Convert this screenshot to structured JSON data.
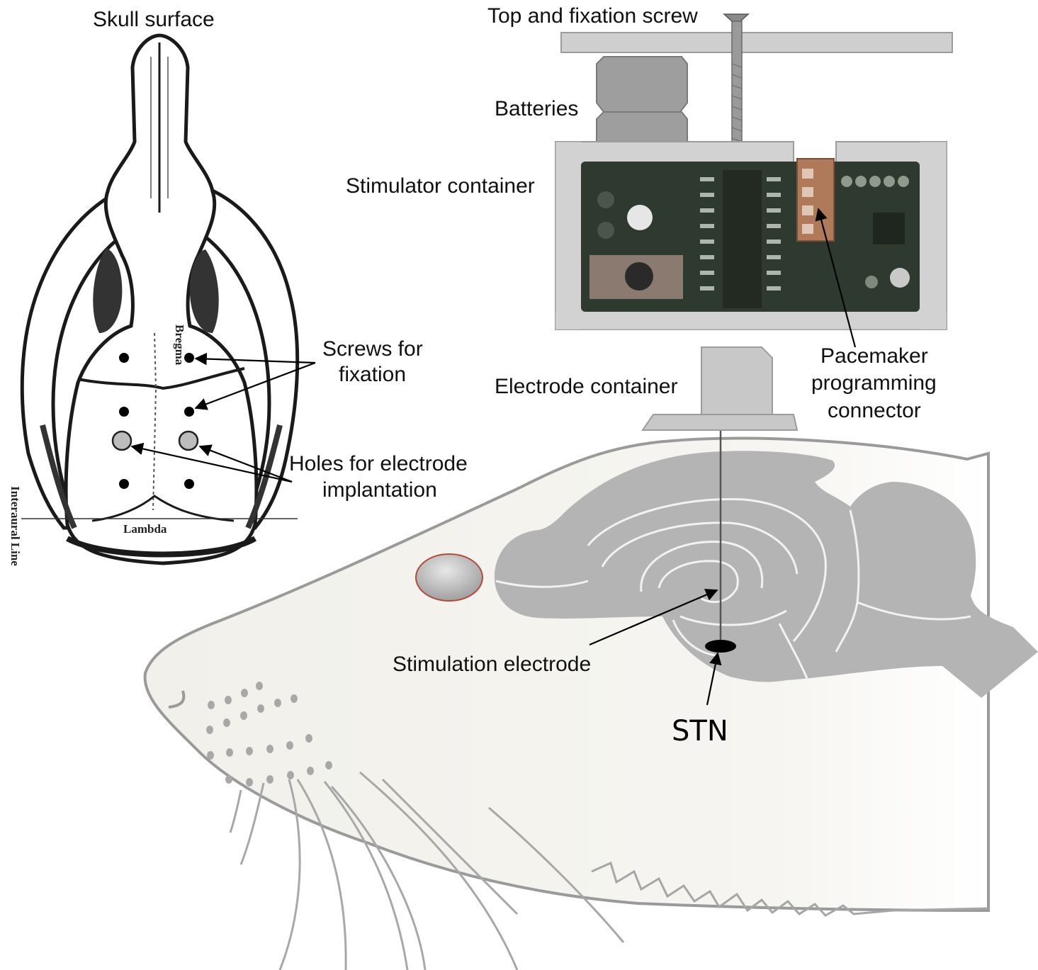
{
  "labels": {
    "skull_surface": "Skull surface",
    "screws_line1": "Screws for",
    "screws_line2": "fixation",
    "holes_line1": "Holes for electrode",
    "holes_line2": "implantation",
    "bregma": "Bregma",
    "lambda": "Lambda",
    "interaural_line": "Interaural Line",
    "top_screw": "Top and fixation screw",
    "batteries": "Batteries",
    "stimulator_container": "Stimulator container",
    "electrode_container": "Electrode container",
    "pacemaker_line1": "Pacemaker",
    "pacemaker_line2": "programming",
    "pacemaker_line3": "connector",
    "stimulation_electrode": "Stimulation electrode",
    "stn": "STN"
  },
  "colors": {
    "device_gray": "#c8c8c8",
    "device_dark": "#8f8f8f",
    "pcb_green": "#2e3a2f",
    "connector_brown": "#b07a5a",
    "brain_gray": "#b4b4b4",
    "head_fill": "#f4f3ee",
    "eye_rim": "#b44a3a"
  }
}
